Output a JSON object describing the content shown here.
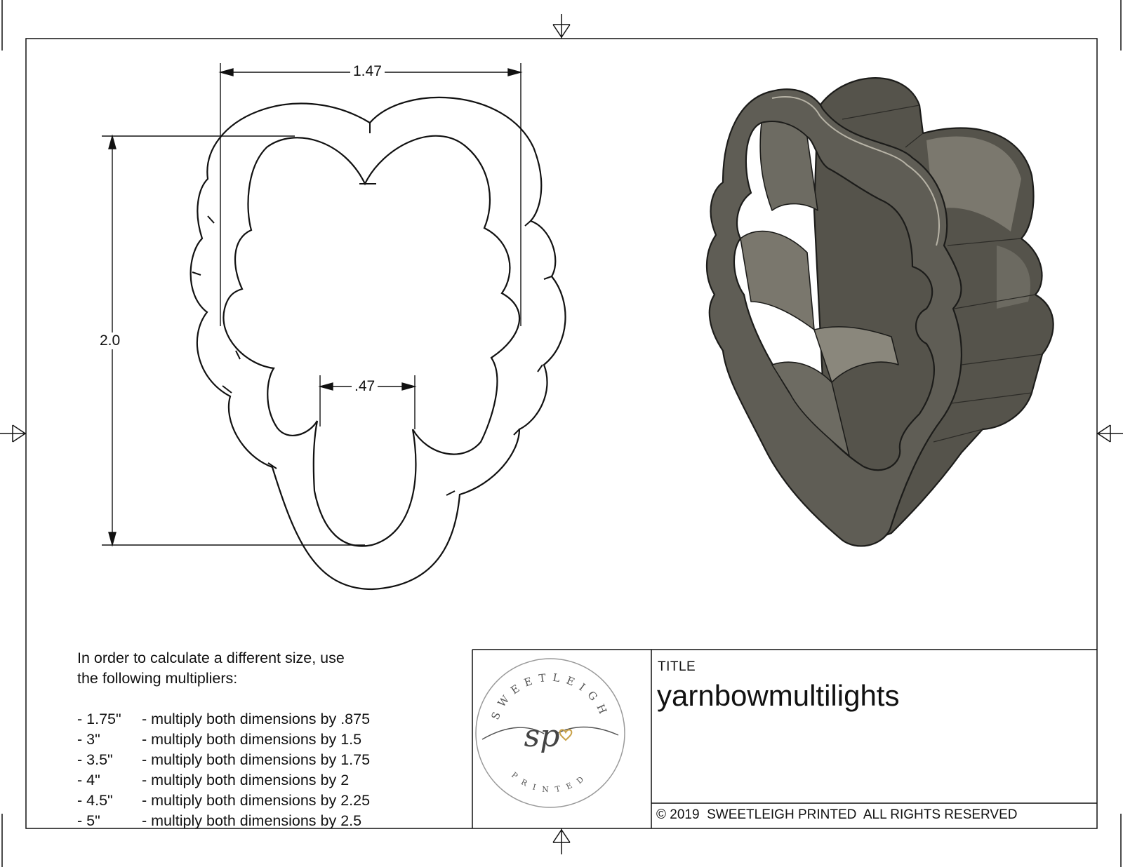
{
  "drawing": {
    "dimensions": {
      "outer_width": "1.47",
      "height": "2.0",
      "stem_width": ".47"
    }
  },
  "notes": {
    "intro": "In order to calculate a different size, use\nthe following multipliers:",
    "multipliers": [
      {
        "size": "- 1.75\"",
        "text": "- multiply both dimensions by .875"
      },
      {
        "size": "- 3\"",
        "text": "- multiply both dimensions by 1.5"
      },
      {
        "size": "- 3.5\"",
        "text": "- multiply both dimensions by 1.75"
      },
      {
        "size": "- 4\"",
        "text": "- multiply both dimensions by 2"
      },
      {
        "size": "- 4.5\"",
        "text": "- multiply both dimensions by 2.25"
      },
      {
        "size": "- 5\"",
        "text": "- multiply both dimensions by 2.5"
      }
    ]
  },
  "title_block": {
    "title_label": "TITLE",
    "title_value": "yarnbowmultilights",
    "copyright": "© 2019  SWEETLEIGH PRINTED  ALL RIGHTS RESERVED",
    "logo": {
      "top_text": "SWEETLEIGH",
      "monogram": "sp",
      "bottom_text": "PRINTED",
      "accent_color": "#c9a24a"
    }
  },
  "colors": {
    "line": "#111111",
    "model_body": "#5f5d55",
    "model_dark": "#3b3a35",
    "model_light": "#9a978c"
  }
}
